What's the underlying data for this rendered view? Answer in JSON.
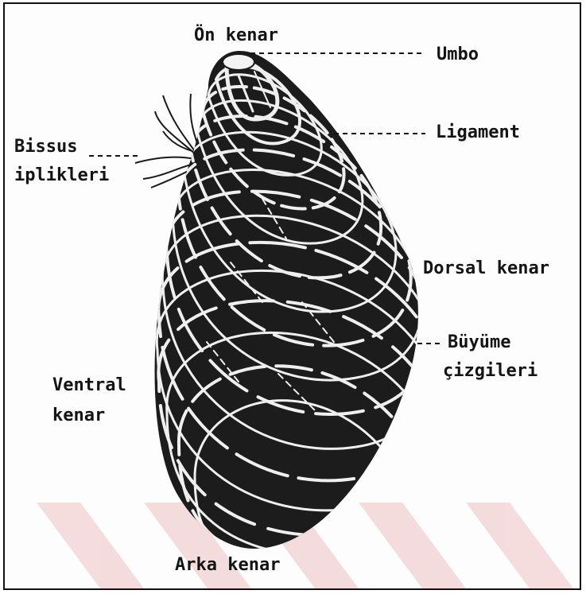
{
  "labels": {
    "front_edge": "Ön kenar",
    "umbo": "Umbo",
    "ligament": "Ligament",
    "byssus_line1": "Bissus",
    "byssus_line2": "iplikleri",
    "dorsal_edge": "Dorsal kenar",
    "growth_line1": "Büyüme",
    "growth_line2": "çizgileri",
    "ventral_line1": "Ventral",
    "ventral_line2": "kenar",
    "rear_edge": "Arka kenar"
  },
  "colors": {
    "ink": "#141414",
    "shell_dark": "#1a1a1a",
    "shell_light": "#f4f4f4",
    "watermark": "#f3d2d2"
  },
  "icons": {
    "shell": "mussel-shell-illustration",
    "byssus": "byssus-threads"
  }
}
